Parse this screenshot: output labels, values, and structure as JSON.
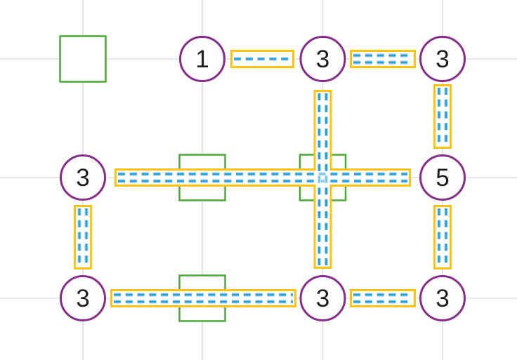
{
  "colors": {
    "background": "#ffffff",
    "grid": "#e0e0e0",
    "node": "#862d8b",
    "number": "#1c1c1c",
    "road": "#ffc20e",
    "dash": "#2b9fd8",
    "dash_casing": "#b5ddf2",
    "obstacle": "#4aa837"
  },
  "board": {
    "grid_columns": 4,
    "grid_rows": 3
  },
  "nodes": [
    {
      "id": "node-r1-c2",
      "value": "1"
    },
    {
      "id": "node-r1-c3",
      "value": "3"
    },
    {
      "id": "node-r1-c4",
      "value": "3"
    },
    {
      "id": "node-r2-c1",
      "value": "3"
    },
    {
      "id": "node-r2-c4",
      "value": "5"
    },
    {
      "id": "node-r3-c1",
      "value": "3"
    },
    {
      "id": "node-r3-c3",
      "value": "3"
    },
    {
      "id": "node-r3-c4",
      "value": "3"
    }
  ],
  "roads": [
    {
      "id": "road-top-left",
      "orientation": "horizontal",
      "lanes": 1
    },
    {
      "id": "road-top-right",
      "orientation": "horizontal",
      "lanes": 2
    },
    {
      "id": "road-right-upper",
      "orientation": "vertical",
      "lanes": 2
    },
    {
      "id": "road-middle-long",
      "orientation": "horizontal",
      "lanes": 2
    },
    {
      "id": "road-center-vertical",
      "orientation": "vertical",
      "lanes": 2
    },
    {
      "id": "road-left-lower",
      "orientation": "vertical",
      "lanes": 2
    },
    {
      "id": "road-right-lower",
      "orientation": "vertical",
      "lanes": 2
    },
    {
      "id": "road-bottom-long",
      "orientation": "horizontal",
      "lanes": 2
    },
    {
      "id": "road-bottom-right",
      "orientation": "horizontal",
      "lanes": 2
    }
  ],
  "obstacles": {
    "count": 4,
    "shape": "square"
  }
}
